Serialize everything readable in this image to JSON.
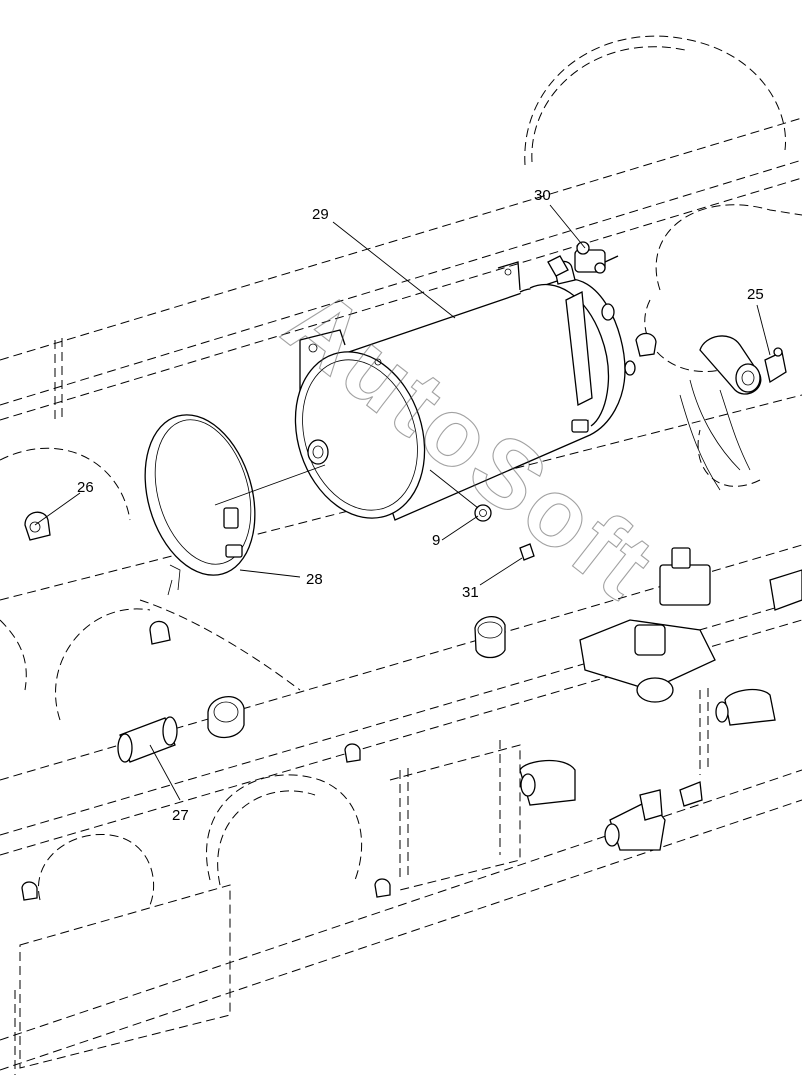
{
  "watermark": "AutoSoft",
  "callouts": {
    "c9": "9",
    "c25": "25",
    "c26": "26",
    "c27": "27",
    "c28": "28",
    "c29": "29",
    "c30": "30",
    "c31": "31"
  }
}
